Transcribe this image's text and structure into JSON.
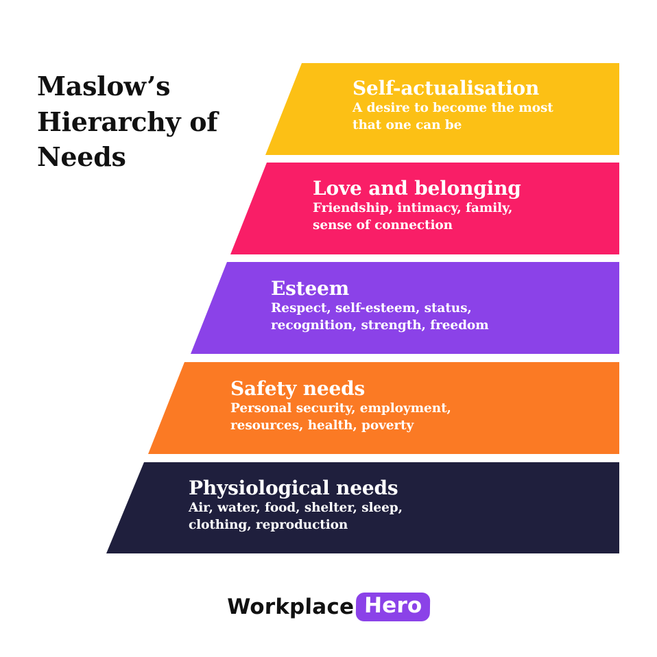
{
  "title": "Maslow’s\nHierarchy of\nNeeds",
  "colors": {
    "background": "#ffffff",
    "title_text": "#111111",
    "tier_text": "#ffffff",
    "tier_1": "#FCC015",
    "tier_2": "#F91E67",
    "tier_3": "#8B42E8",
    "tier_4": "#FB7A24",
    "tier_5": "#1F1F3D",
    "logo_word_text": "#111111",
    "logo_badge_bg": "#8B42E8",
    "logo_badge_text": "#ffffff"
  },
  "chart_data": {
    "type": "pyramid",
    "title": "Maslow’s Hierarchy of Needs",
    "levels": 5,
    "order": "top-to-bottom",
    "tiers": [
      {
        "rank": 1,
        "position": "top",
        "heading": "Self-actualisation",
        "description": "A desire to become the most\nthat one can be",
        "color": "#FCC015"
      },
      {
        "rank": 2,
        "position": "second",
        "heading": "Love and belonging",
        "description": "Friendship, intimacy, family,\nsense of connection",
        "color": "#F91E67"
      },
      {
        "rank": 3,
        "position": "middle",
        "heading": "Esteem",
        "description": "Respect, self-esteem, status,\nrecognition, strength, freedom",
        "color": "#8B42E8"
      },
      {
        "rank": 4,
        "position": "fourth",
        "heading": "Safety needs",
        "description": "Personal security, employment,\nresources, health, poverty",
        "color": "#FB7A24"
      },
      {
        "rank": 5,
        "position": "base",
        "heading": "Physiological needs",
        "description": "Air, water, food, shelter, sleep,\nclothing, reproduction",
        "color": "#1F1F3D"
      }
    ]
  },
  "logo": {
    "word": "Workplace",
    "badge": "Hero"
  }
}
